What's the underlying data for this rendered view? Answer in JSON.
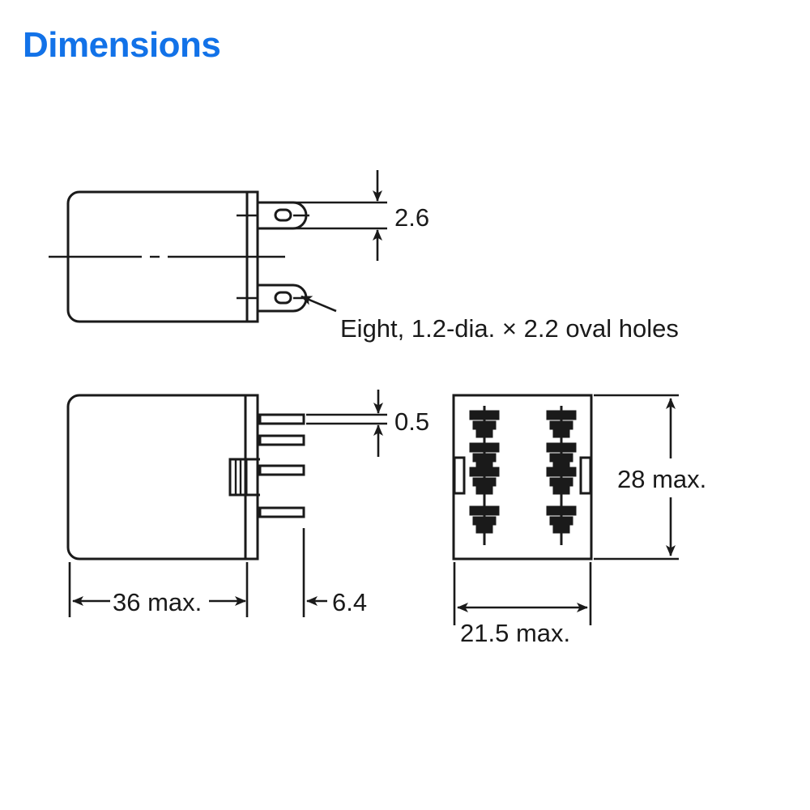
{
  "heading": {
    "text": "Dimensions",
    "color": "#1272e8"
  },
  "drawing": {
    "line_color": "#1a1a1a",
    "background": "#ffffff",
    "unit_note": "mm",
    "views": [
      {
        "name": "top-view",
        "label": ""
      },
      {
        "name": "front-view",
        "label": ""
      },
      {
        "name": "bottom-view",
        "label": ""
      }
    ]
  },
  "annotations": {
    "terminal_thickness_top": "2.6",
    "oval_holes_note": "Eight, 1.2-dia. × 2.2 oval holes",
    "pin_thickness": "0.5",
    "body_width": "36 max.",
    "terminal_projection": "6.4",
    "body_height": "28 max.",
    "body_depth": "21.5 max."
  }
}
